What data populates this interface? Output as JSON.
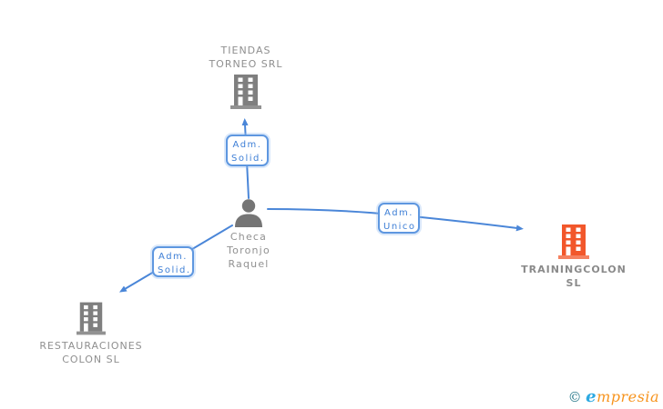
{
  "diagram": {
    "nodes": {
      "tiendas_torneo": {
        "label": "TIENDAS\nTORNEO SRL",
        "type": "company",
        "icon": "building-icon",
        "icon_color": "#7f7f7f"
      },
      "person": {
        "label": "Checa\nToronjo\nRaquel",
        "type": "person",
        "icon": "person-icon",
        "icon_color": "#757575"
      },
      "trainingcolon": {
        "label": "TRAININGCOLON\nSL",
        "type": "company",
        "icon": "building-icon",
        "icon_color": "#f2572b",
        "highlighted": true
      },
      "restauraciones": {
        "label": "RESTAURACIONES\nCOLON SL",
        "type": "company",
        "icon": "building-icon",
        "icon_color": "#7f7f7f"
      }
    },
    "edges": {
      "person_to_tiendas": {
        "label": "Adm.\nSolid.",
        "from": "person",
        "to": "tiendas_torneo"
      },
      "person_to_trainingcolon": {
        "label": "Adm.\nUnico",
        "from": "person",
        "to": "trainingcolon"
      },
      "person_to_restauraciones": {
        "label": "Adm.\nSolid.",
        "from": "person",
        "to": "restauraciones"
      }
    },
    "colors": {
      "edge_blue": "#4a86d8",
      "box_border_blue": "#5e97e0",
      "box_text_blue": "#3e7fd6",
      "company_label_gray": "#8f8f8f",
      "icon_gray": "#7f7f7f",
      "person_gray": "#757575",
      "accent_orange": "#f2572b"
    }
  },
  "watermark": {
    "copyright": "©",
    "brand_first_letter": "e",
    "brand_rest": "mpresia",
    "colors": {
      "copyright_teal": "#2a7b8c",
      "e_blue": "#2da9e1",
      "rest_orange": "#f7941e"
    }
  }
}
